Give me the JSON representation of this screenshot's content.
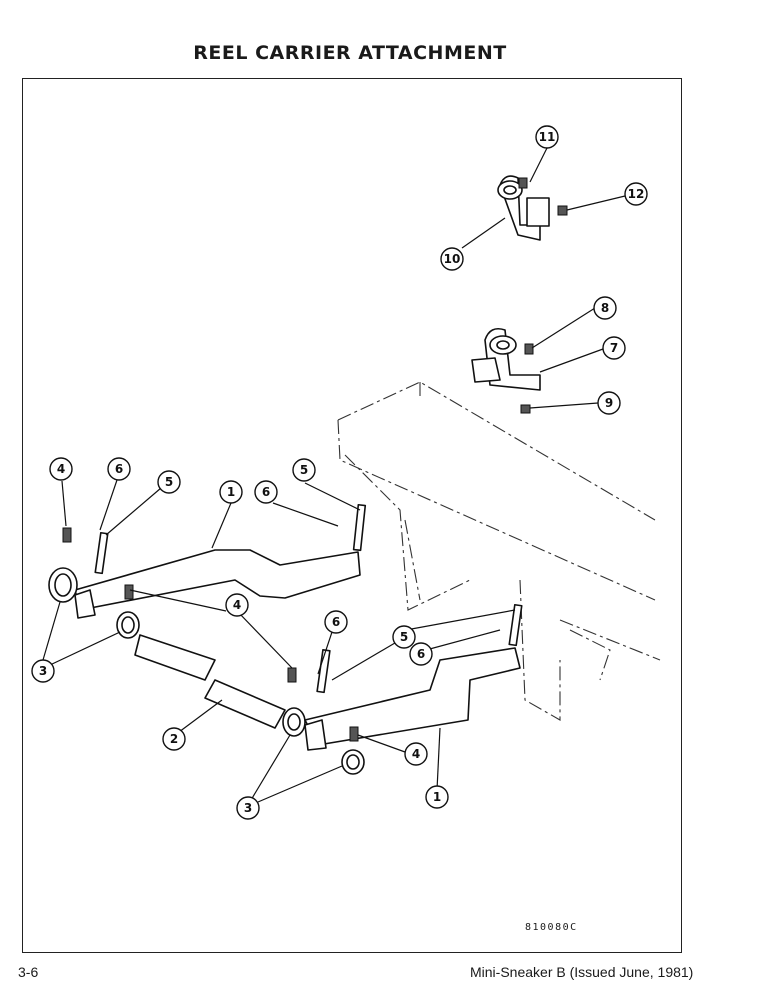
{
  "title": "REEL CARRIER ATTACHMENT",
  "figure_code": "810080C",
  "page_number": "3-6",
  "footer": "Mini-Sneaker B (Issued June, 1981)",
  "callouts": [
    "11",
    "12",
    "10",
    "8",
    "7",
    "9",
    "4",
    "6",
    "5",
    "1",
    "6",
    "5",
    "4",
    "3",
    "6",
    "5",
    "6",
    "4",
    "2",
    "3",
    "1"
  ]
}
